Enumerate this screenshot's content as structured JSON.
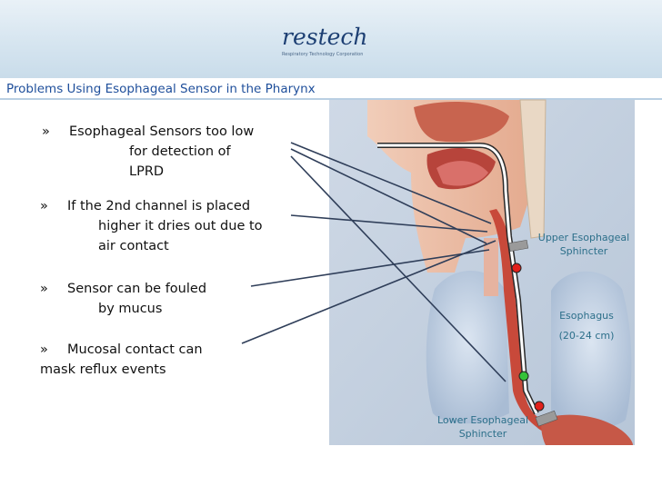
{
  "header": {
    "logo_text": "restech",
    "logo_subtext": "Respiratory Technology Corporation"
  },
  "slide": {
    "title": "Problems Using Esophageal Sensor in the Pharynx",
    "bullets": [
      {
        "marker": "»",
        "lines": [
          "Esophageal Sensors too low",
          "for detection of",
          "LPRD"
        ]
      },
      {
        "marker": "»",
        "lines": [
          "If the 2nd channel is placed",
          "higher it dries out due to",
          "air contact"
        ]
      },
      {
        "marker": "»",
        "lines": [
          "Sensor can be fouled",
          "by mucus"
        ]
      },
      {
        "marker": "»",
        "lines": [
          "Mucosal contact can",
          "mask reflux events"
        ]
      }
    ]
  },
  "diagram": {
    "labels": {
      "ues_line1": "Upper Esophageal",
      "ues_line2": "Sphincter",
      "esophagus": "Esophagus",
      "esophagus_length": "(20-24 cm)",
      "les_line1": "Lower Esophageal",
      "les_line2": "Sphincter"
    }
  }
}
